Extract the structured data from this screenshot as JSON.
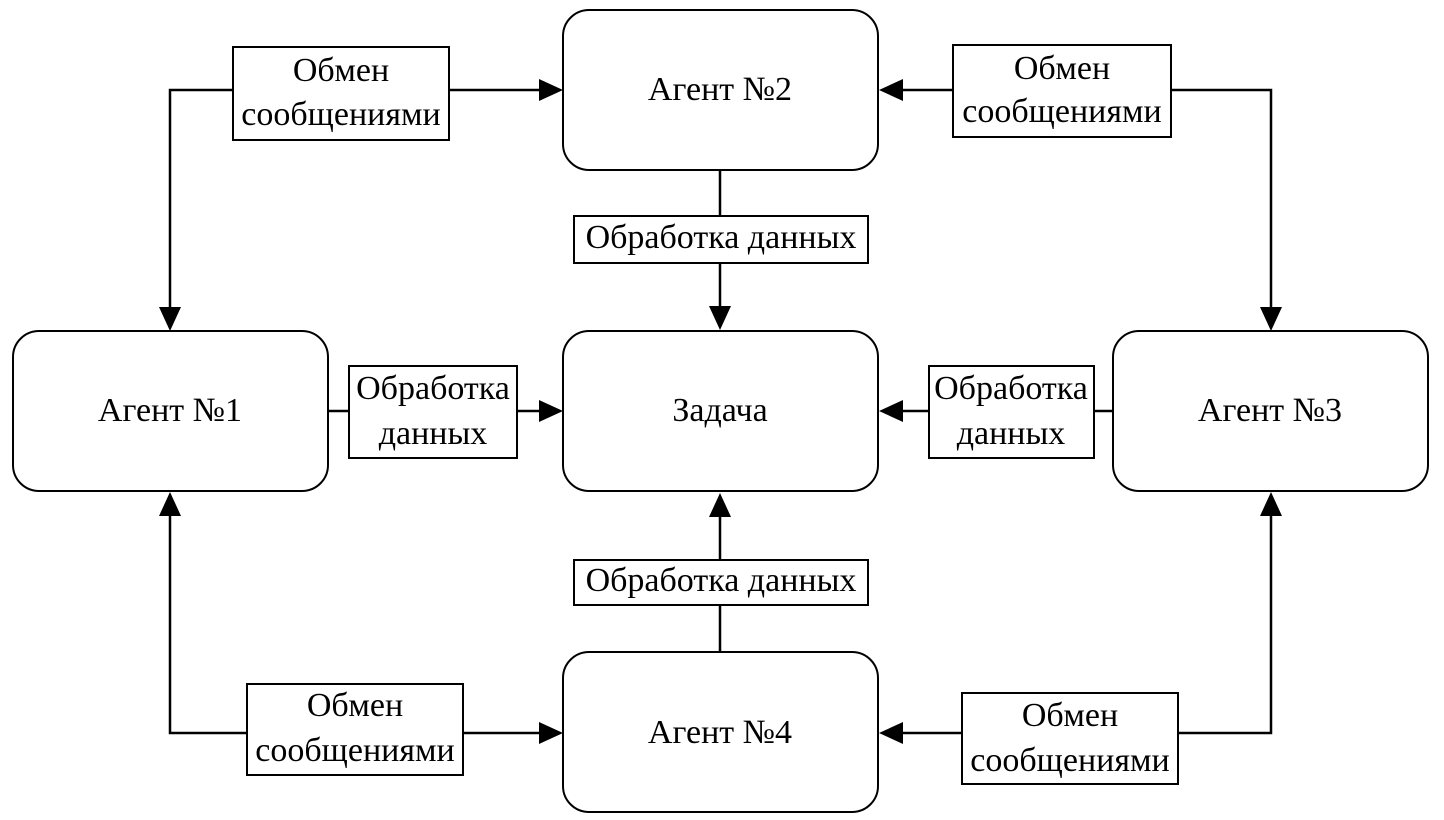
{
  "nodes": {
    "agent1": "Агент №1",
    "agent2": "Агент №2",
    "agent3": "Агент №3",
    "agent4": "Агент №4",
    "task": "Задача"
  },
  "edges": {
    "msg_1_2": [
      "Обмен",
      "сообщениями"
    ],
    "msg_2_3": [
      "Обмен",
      "сообщениями"
    ],
    "msg_1_4": [
      "Обмен",
      "сообщениями"
    ],
    "msg_3_4": [
      "Обмен",
      "сообщениями"
    ],
    "data_2": "Обработка данных",
    "data_1": [
      "Обработка",
      "данных"
    ],
    "data_3": [
      "Обработка",
      "данных"
    ],
    "data_4": "Обработка данных"
  }
}
